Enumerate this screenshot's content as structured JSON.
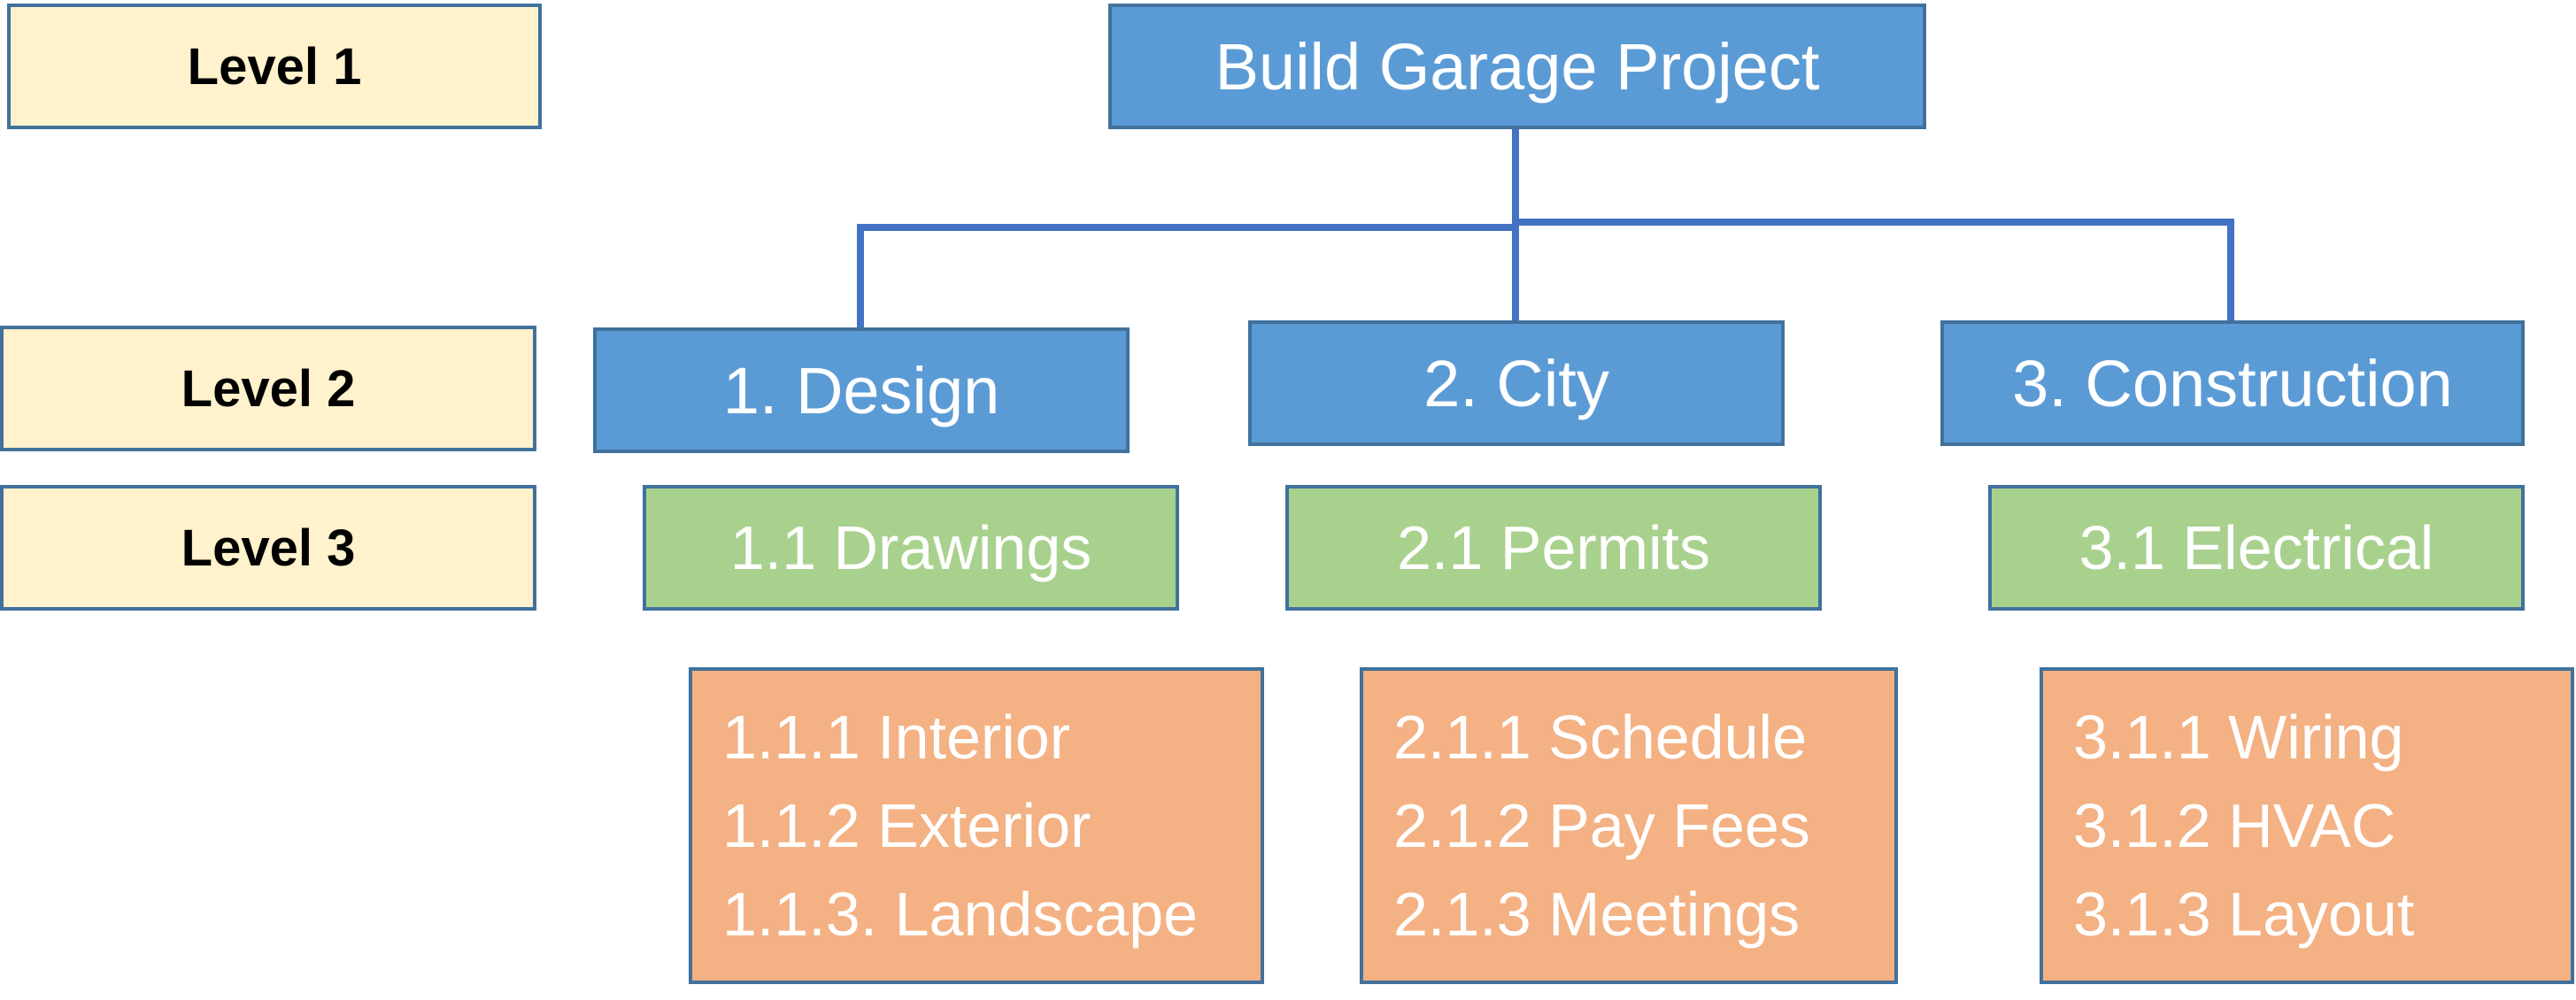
{
  "levels": [
    "Level 1",
    "Level 2",
    "Level 3"
  ],
  "root": {
    "label": "Build Garage Project"
  },
  "branches": [
    {
      "label": "1. Design",
      "sub": "1.1 Drawings",
      "tasks": [
        "1.1.1 Interior",
        "1.1.2 Exterior",
        "1.1.3. Landscape"
      ]
    },
    {
      "label": "2. City",
      "sub": "2.1 Permits",
      "tasks": [
        "2.1.1 Schedule",
        "2.1.2 Pay Fees",
        "2.1.3 Meetings"
      ]
    },
    {
      "label": "3. Construction",
      "sub": "3.1 Electrical",
      "tasks": [
        "3.1.1 Wiring",
        "3.1.2 HVAC",
        "3.1.3 Layout"
      ]
    }
  ],
  "colors": {
    "level_fill": "#fff2cc",
    "node_fill": "#5b9bd5",
    "sub_fill": "#a9d18e",
    "task_fill": "#f4b183",
    "border": "#41719c",
    "connector": "#4472c4"
  }
}
